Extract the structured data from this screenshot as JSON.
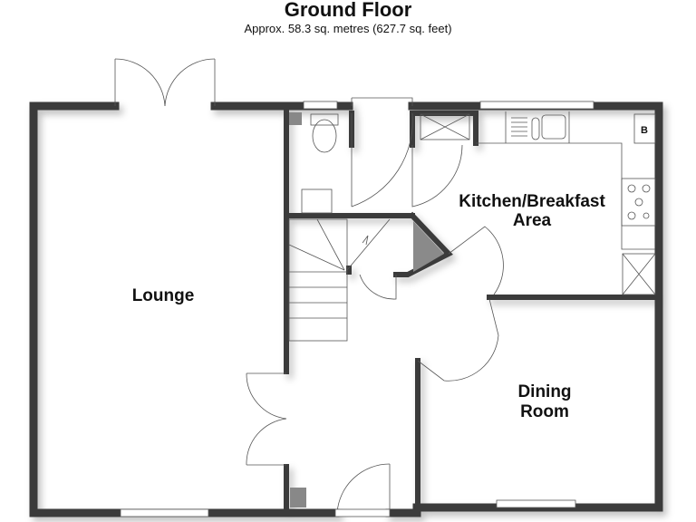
{
  "header": {
    "title": "Ground Floor",
    "subtitle": "Approx. 58.3 sq. metres (627.7 sq. feet)"
  },
  "rooms": {
    "lounge": "Lounge",
    "kitchen_line1": "Kitchen/Breakfast",
    "kitchen_line2": "Area",
    "dining_line1": "Dining",
    "dining_line2": "Room"
  },
  "fixtures": {
    "boiler_label": "B"
  }
}
